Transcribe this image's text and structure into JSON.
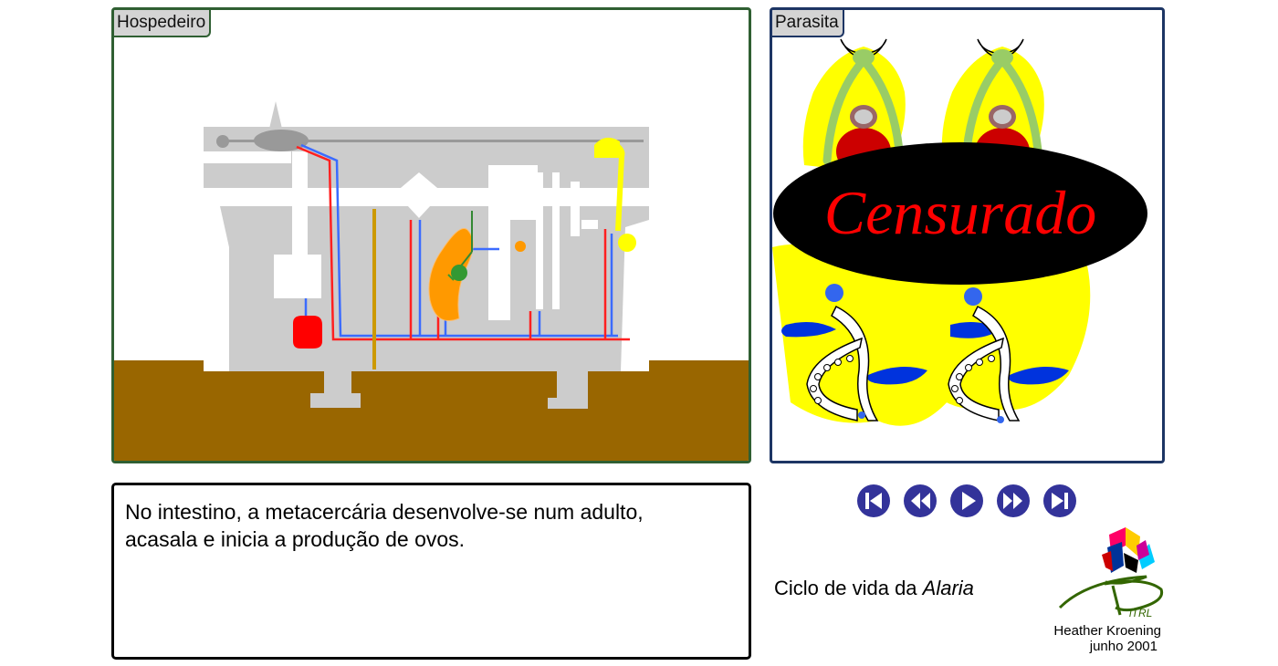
{
  "host_panel": {
    "label": "Hospedeiro"
  },
  "parasite_panel": {
    "label": "Parasita",
    "overlay_text": "Censurado"
  },
  "caption": {
    "line1": "No intestino, a metacercária desenvolve-se num adulto,",
    "line2": "acasala e inicia a produção de ovos."
  },
  "controls": [
    {
      "name": "first-frame-button",
      "icon": "skip-to-start-icon"
    },
    {
      "name": "rewind-button",
      "icon": "rewind-icon"
    },
    {
      "name": "play-button",
      "icon": "play-icon"
    },
    {
      "name": "fast-forward-button",
      "icon": "fast-forward-icon"
    },
    {
      "name": "last-frame-button",
      "icon": "skip-to-end-icon"
    }
  ],
  "footer": {
    "title_prefix": "Ciclo de vida da ",
    "title_italic": "Alaria",
    "logo_text": "iTRL",
    "author": "Heather Kroening",
    "date": "junho 2001"
  },
  "colors": {
    "host_border": "#2f5f32",
    "parasite_border": "#1d3564",
    "button_fill": "#33339a",
    "ground": "#996600",
    "body_gray": "#cccccc",
    "censor_text": "#ff0000"
  }
}
